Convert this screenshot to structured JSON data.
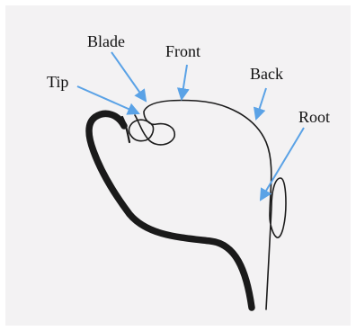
{
  "labels": {
    "blade": "Blade",
    "front": "Front",
    "tip": "Tip",
    "back": "Back",
    "root": "Root"
  },
  "colors": {
    "background": "#ffffff",
    "paper": "#f3f2f3",
    "outline": "#1c1c1c",
    "palate": "#1a1a1a",
    "arrow": "#5aa2e6",
    "text": "#111111"
  }
}
